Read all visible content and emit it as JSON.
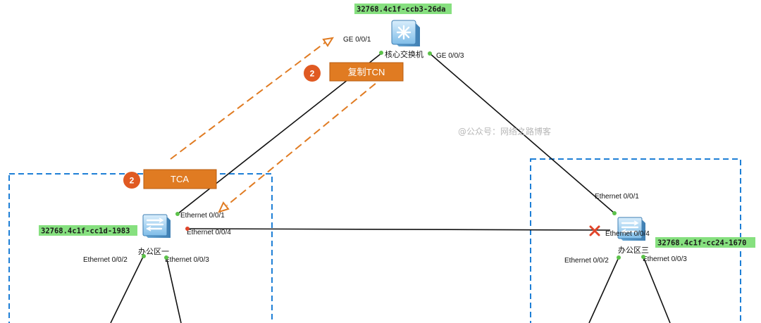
{
  "core_switch": {
    "name": "核心交换机",
    "bridge_id": "32768.4c1f-ccb3-26da",
    "port_left": "GE 0/0/1",
    "port_right": "GE 0/0/3"
  },
  "office1": {
    "name": "办公区一",
    "bridge_id": "32768.4c1f-cc1d-1983",
    "port_up": "Ethernet 0/0/1",
    "port_side": "Ethernet 0/0/4",
    "port_down_left": "Ethernet 0/0/2",
    "port_down_right": "Ethernet 0/0/3"
  },
  "office3": {
    "name": "办公区三",
    "bridge_id": "32768.4c1f-cc24-1670",
    "port_up": "Ethernet 0/0/1",
    "port_side": "Ethernet 0/0/4",
    "port_down_left": "Ethernet 0/0/2",
    "port_down_right": "Ethernet 0/0/3"
  },
  "messages": [
    {
      "step": "2",
      "label": "复制TCN"
    },
    {
      "step": "2",
      "label": "TCA"
    }
  ],
  "watermark": "@公众号：网络之路博客",
  "colors": {
    "orange": "#e07b22",
    "zone_border": "#1e7fd6",
    "id_bg": "#86e07f",
    "port_dot": "#5cc24a",
    "blocked": "#e0452a"
  }
}
